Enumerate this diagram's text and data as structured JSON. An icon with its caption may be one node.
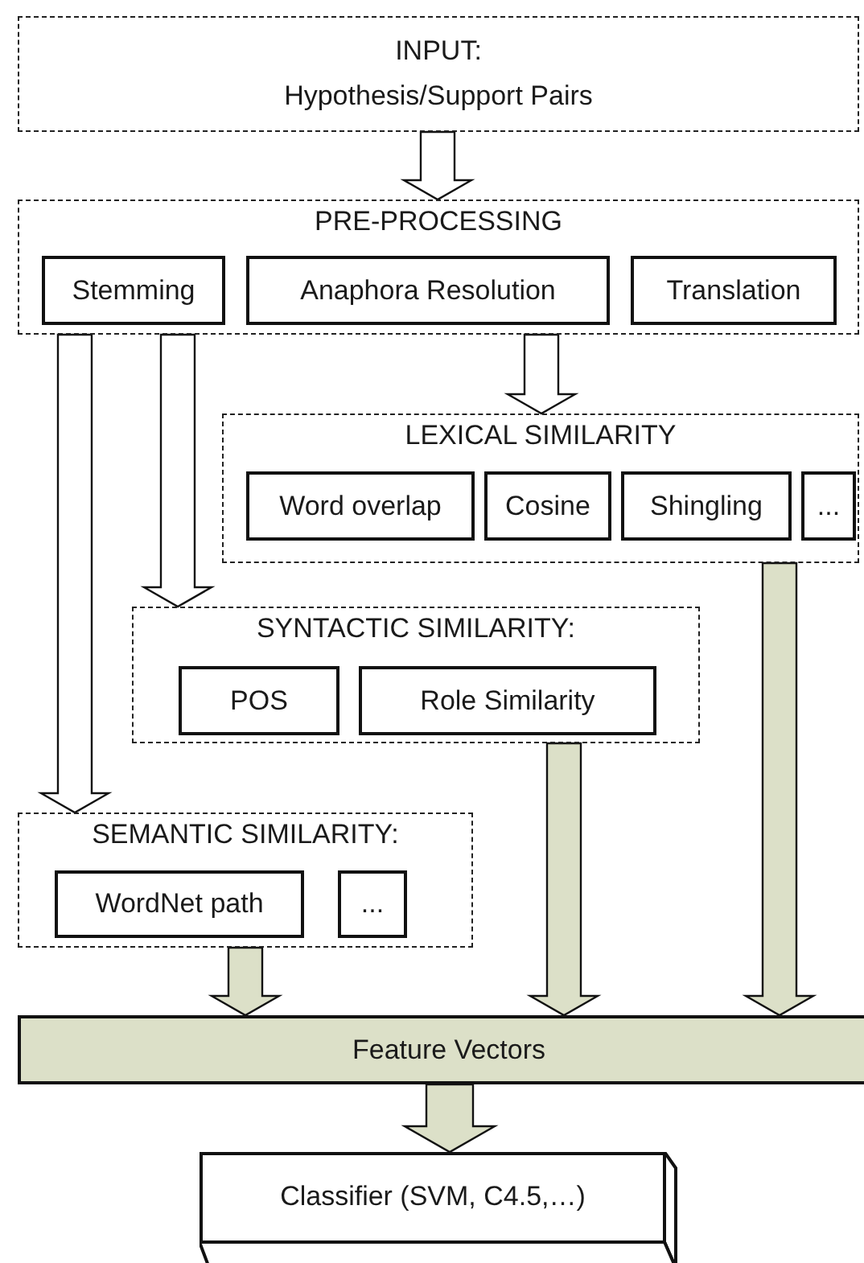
{
  "diagram": {
    "nodes": [
      {
        "text": [
          "INPUT:",
          "Hypothesis/Support Pairs"
        ]
      },
      {
        "text": [
          "PRE-PROCESSING"
        ]
      },
      {
        "text": [
          "Stemming"
        ],
        "in": 1
      },
      {
        "text": [
          "Anaphora Resolution"
        ],
        "in": 1
      },
      {
        "text": [
          "Translation"
        ],
        "in": 1
      },
      {
        "text": [
          "LEXICAL SIMILARITY"
        ]
      },
      {
        "text": [
          "Word overlap"
        ],
        "in": 5
      },
      {
        "text": [
          "Cosine"
        ],
        "in": 5
      },
      {
        "text": [
          "Shingling"
        ],
        "in": 5
      },
      {
        "text": [
          "..."
        ],
        "in": 5
      },
      {
        "text": [
          "SYNTACTIC SIMILARITY:"
        ]
      },
      {
        "text": [
          "POS"
        ],
        "in": 10
      },
      {
        "text": [
          "Role Similarity"
        ],
        "in": 10
      },
      {
        "text": [
          "SEMANTIC SIMILARITY:"
        ]
      },
      {
        "text": [
          "WordNet path"
        ],
        "in": 13
      },
      {
        "text": [
          "..."
        ],
        "in": 13
      },
      {
        "text": [
          "Feature Vectors"
        ]
      },
      {
        "text": [
          "Classifier (SVM, C4.5,…)"
        ]
      }
    ],
    "edges": [
      {
        "from": 0,
        "to": 1,
        "arrow": "to"
      },
      {
        "from": 1,
        "to": 13,
        "arrow": "to"
      },
      {
        "from": 1,
        "to": 10,
        "arrow": "to"
      },
      {
        "from": 1,
        "to": 5,
        "arrow": "to"
      },
      {
        "from": 5,
        "to": 16,
        "arrow": "to",
        "color": "#dce0c8"
      },
      {
        "from": 10,
        "to": 16,
        "arrow": "to",
        "color": "#dce0c8"
      },
      {
        "from": 13,
        "to": 16,
        "arrow": "to",
        "color": "#dce0c8"
      },
      {
        "from": 16,
        "to": 17,
        "arrow": "to",
        "color": "#dce0c8"
      }
    ]
  }
}
